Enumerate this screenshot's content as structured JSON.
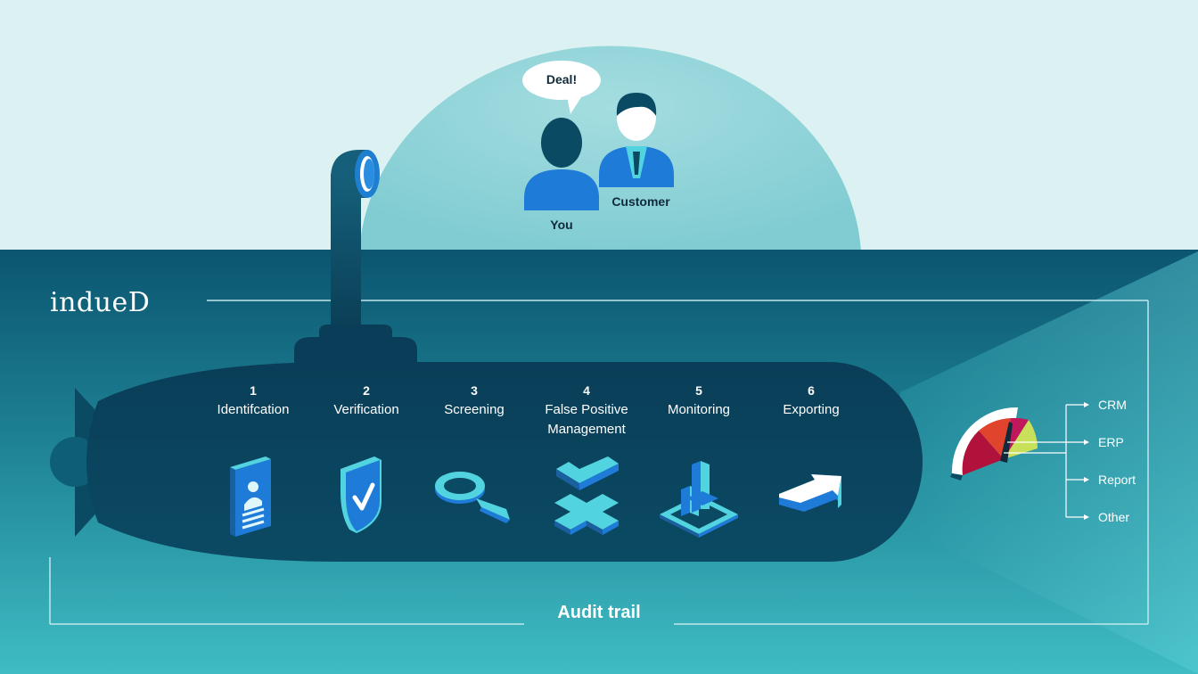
{
  "brand": {
    "name": "indueD"
  },
  "conversation": {
    "bubble": "Deal!",
    "you": "You",
    "customer": "Customer"
  },
  "steps": [
    {
      "number": "1",
      "label": "Identifcation",
      "icon": "id-card-icon"
    },
    {
      "number": "2",
      "label": "Verification",
      "icon": "shield-check-icon"
    },
    {
      "number": "3",
      "label": "Screening",
      "icon": "magnifier-icon"
    },
    {
      "number": "4",
      "label": "False Positive",
      "label2": "Management",
      "icon": "check-cross-icon"
    },
    {
      "number": "5",
      "label": "Monitoring",
      "icon": "bar-chart-icon"
    },
    {
      "number": "6",
      "label": "Exporting",
      "icon": "export-arrow-icon"
    }
  ],
  "footer": {
    "audit_trail": "Audit trail"
  },
  "outputs": [
    "CRM",
    "ERP",
    "Report",
    "Other"
  ],
  "colors": {
    "sky": "#dcf1f2",
    "sky_dome": "#8fd3d8",
    "sea_top": "#0d5a72",
    "sea_bottom": "#3cb8c0",
    "sub_body": "#0c4762",
    "icon_blue": "#1f7bd8",
    "icon_cyan": "#52d4e0",
    "gauge_red": "#e0442c",
    "gauge_crimson": "#b0123c",
    "gauge_lime": "#c9e05a"
  }
}
